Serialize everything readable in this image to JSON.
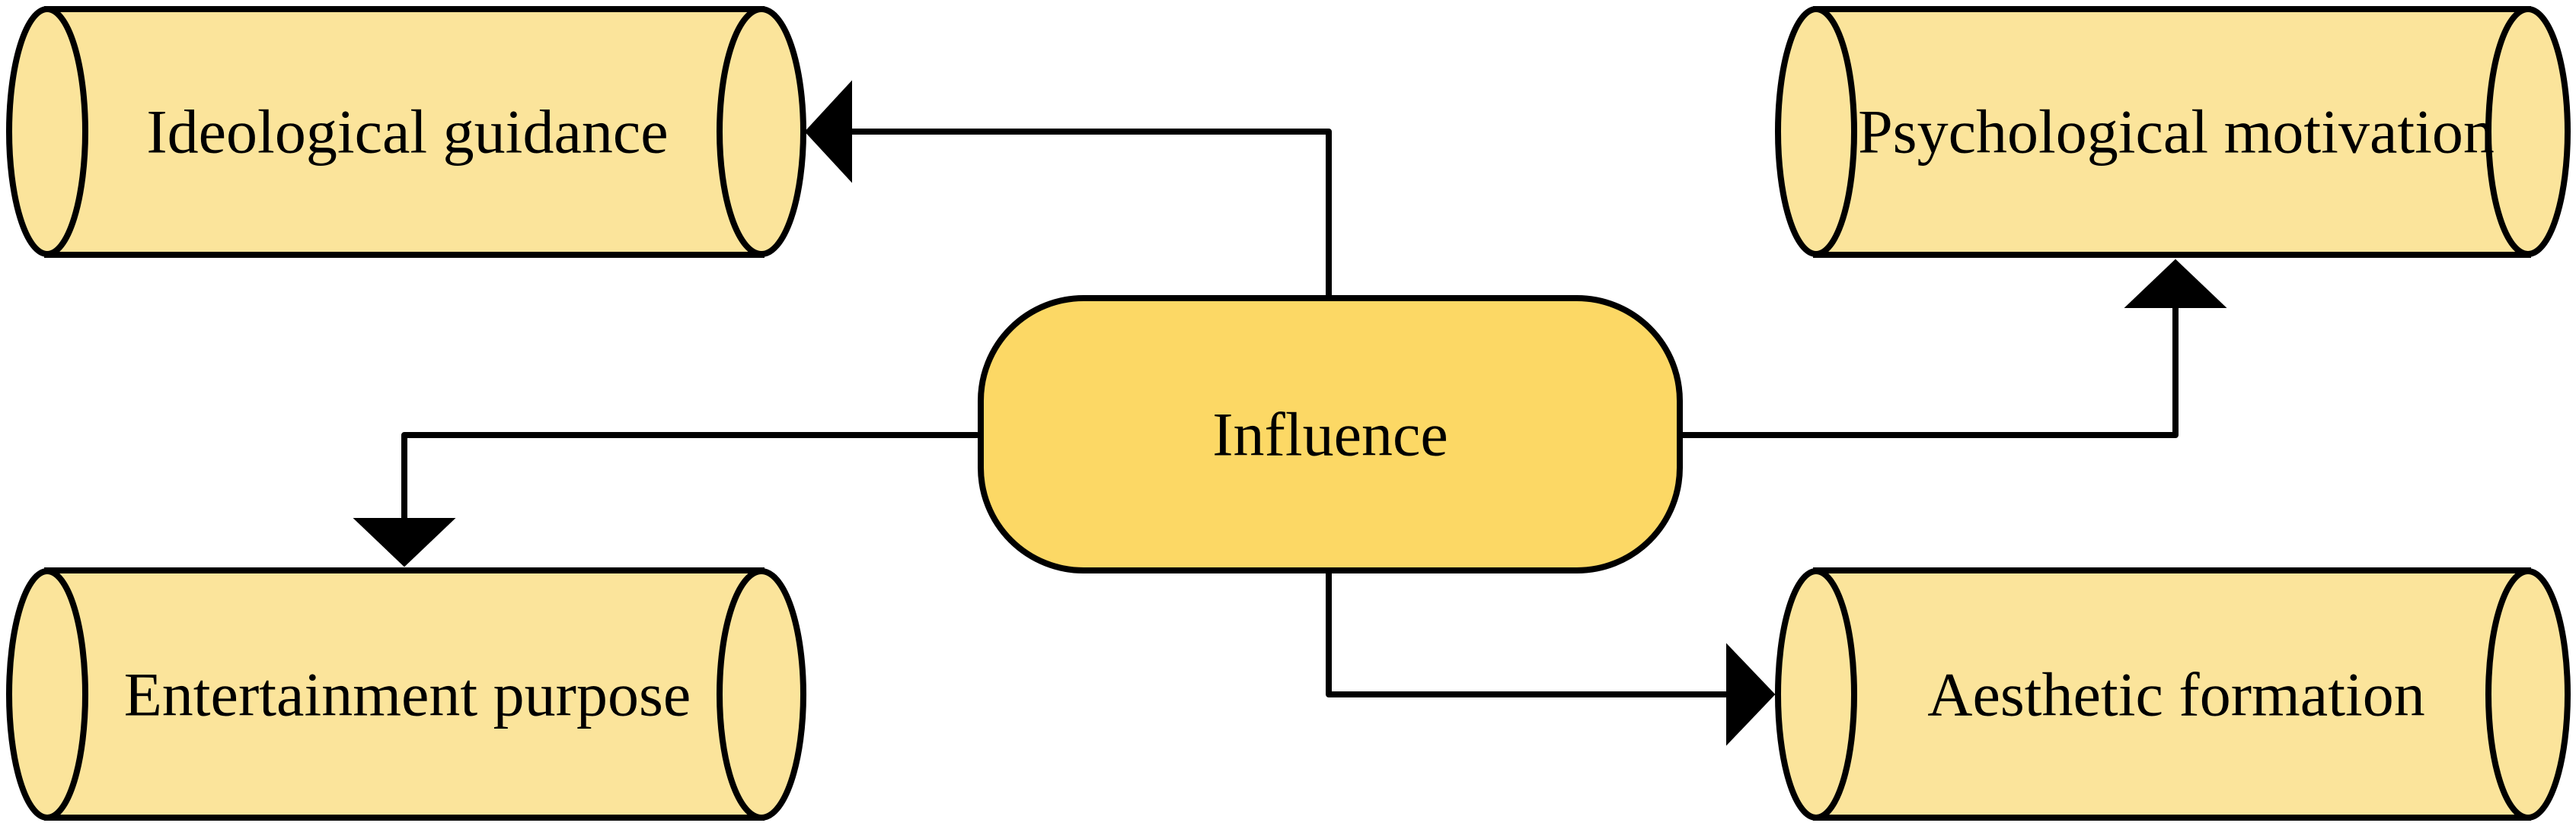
{
  "diagram": {
    "center": {
      "label": "Influence"
    },
    "nodes": {
      "ideological": {
        "label": "Ideological guidance"
      },
      "psychological": {
        "label": "Psychological motivation"
      },
      "entertainment": {
        "label": "Entertainment purpose"
      },
      "aesthetic": {
        "label": "Aesthetic formation"
      }
    },
    "edges": [
      {
        "from": "Influence",
        "to": "Ideological guidance"
      },
      {
        "from": "Influence",
        "to": "Psychological motivation"
      },
      {
        "from": "Influence",
        "to": "Entertainment purpose"
      },
      {
        "from": "Influence",
        "to": "Aesthetic formation"
      }
    ]
  },
  "colors": {
    "outer_box_fill": "#FBE49B",
    "center_fill": "#FCD865",
    "stroke": "#000000",
    "background": "#FFFFFF"
  }
}
